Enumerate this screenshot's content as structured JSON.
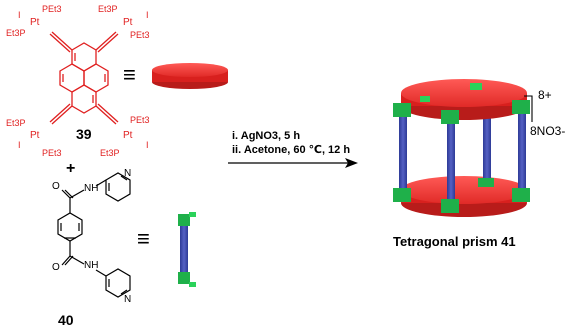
{
  "compounds": {
    "tetraplatinum": {
      "number": "39",
      "ligand_iodide": "I",
      "ligand_phosphine": "PEt3",
      "ligand_phosphine_alt": "Et3P",
      "metal": "Pt"
    },
    "plus_sign": "+",
    "pyridyl_amide": {
      "number": "40",
      "oxygen": "O",
      "amide_nh": "NH",
      "ring_n": "N"
    },
    "equiv_symbol": "≡",
    "product": {
      "name": "Tetragonal prism 41",
      "charge": "8+",
      "counterion": "8NO3-"
    }
  },
  "conditions": {
    "step1": "i.  AgNO3, 5 h",
    "step2": "ii. Acetone, 60 ℃, 12 h"
  },
  "colors": {
    "platinum_structure": "#e02020",
    "disk": "#e8322f",
    "pillar": "#3d4aa6",
    "connector": "#1fb04a"
  }
}
